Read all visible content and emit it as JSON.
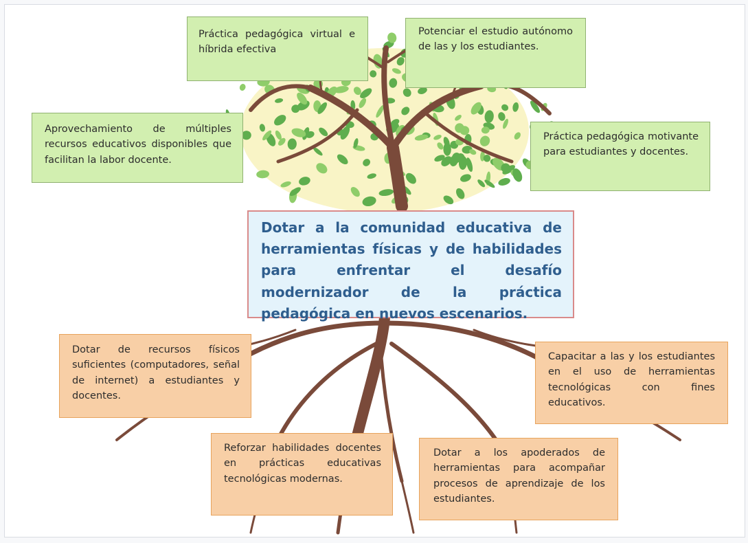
{
  "center_box": {
    "text": "Dotar a la comunidad educativa de herramientas físicas y de habilidades para enfrentar el desafío modernizador de la práctica pedagógica en nuevos escenarios."
  },
  "branches": [
    {
      "text": "Práctica pedagógica virtual e híbrida efectiva"
    },
    {
      "text": "Potenciar el estudio autónomo de las y los estudiantes."
    },
    {
      "text": "Aprovechamiento de múltiples recursos educativos disponibles que facilitan la labor docente."
    },
    {
      "text": "Práctica pedagógica motivante para estudiantes y docentes."
    }
  ],
  "roots": [
    {
      "text": "Dotar de recursos físicos suficientes (computadores, señal de internet) a estudiantes y docentes."
    },
    {
      "text": "Capacitar a las y los estudiantes en el uso de herramientas tecnológicas con fines educativos."
    },
    {
      "text": "Reforzar habilidades docentes en prácticas educativas tecnológicas modernas."
    },
    {
      "text": "Dotar a los apoderados de herramientas para acompañar procesos de aprendizaje de los estudiantes."
    }
  ],
  "colors": {
    "leaf": "#5fae4e",
    "leaf_light": "#8fcd6a",
    "trunk": "#7a4a3a",
    "canopy_glow": "#f7f1b8",
    "branch_box": "#d2efb0",
    "root_box": "#f8cfa6",
    "center_box": "#e4f3fb",
    "center_text": "#2f5e8e"
  }
}
